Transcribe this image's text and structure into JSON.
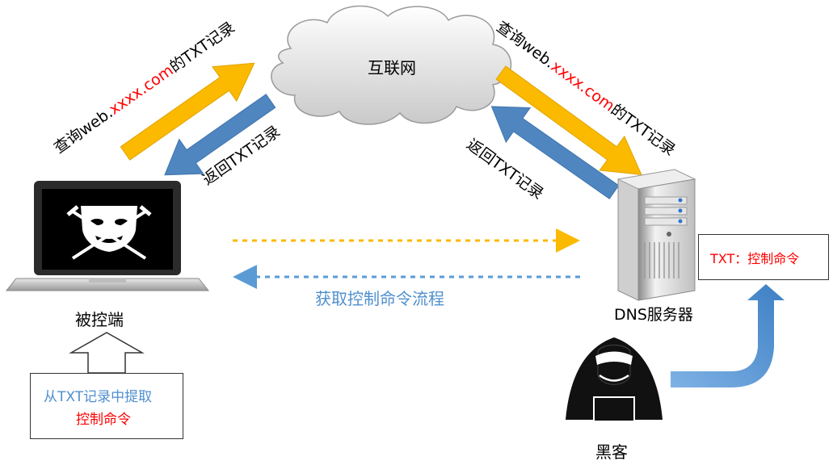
{
  "cloud": {
    "label": "互联网"
  },
  "left_query": {
    "prefix": "查询web.",
    "domain": "xxxx.com",
    "suffix": "的TXT记录"
  },
  "left_return": {
    "label": "返回TXT记录"
  },
  "right_query": {
    "prefix": "查询web.",
    "domain": "xxxx.com",
    "suffix": "的TXT记录"
  },
  "right_return": {
    "label": "返回TXT记录"
  },
  "victim": {
    "label": "被控端"
  },
  "dns": {
    "label": "DNS服务器"
  },
  "hacker": {
    "label": "黑客"
  },
  "flow": {
    "label": "获取控制命令流程"
  },
  "txt_box": {
    "label": "TXT：控制命令"
  },
  "extract_box": {
    "line1": "从TXT记录中提取",
    "line2": "控制命令"
  },
  "colors": {
    "yellow": "#fbb900",
    "blue": "#4f86c0",
    "red": "#ff0000",
    "flow_text": "#4f8fcf"
  }
}
